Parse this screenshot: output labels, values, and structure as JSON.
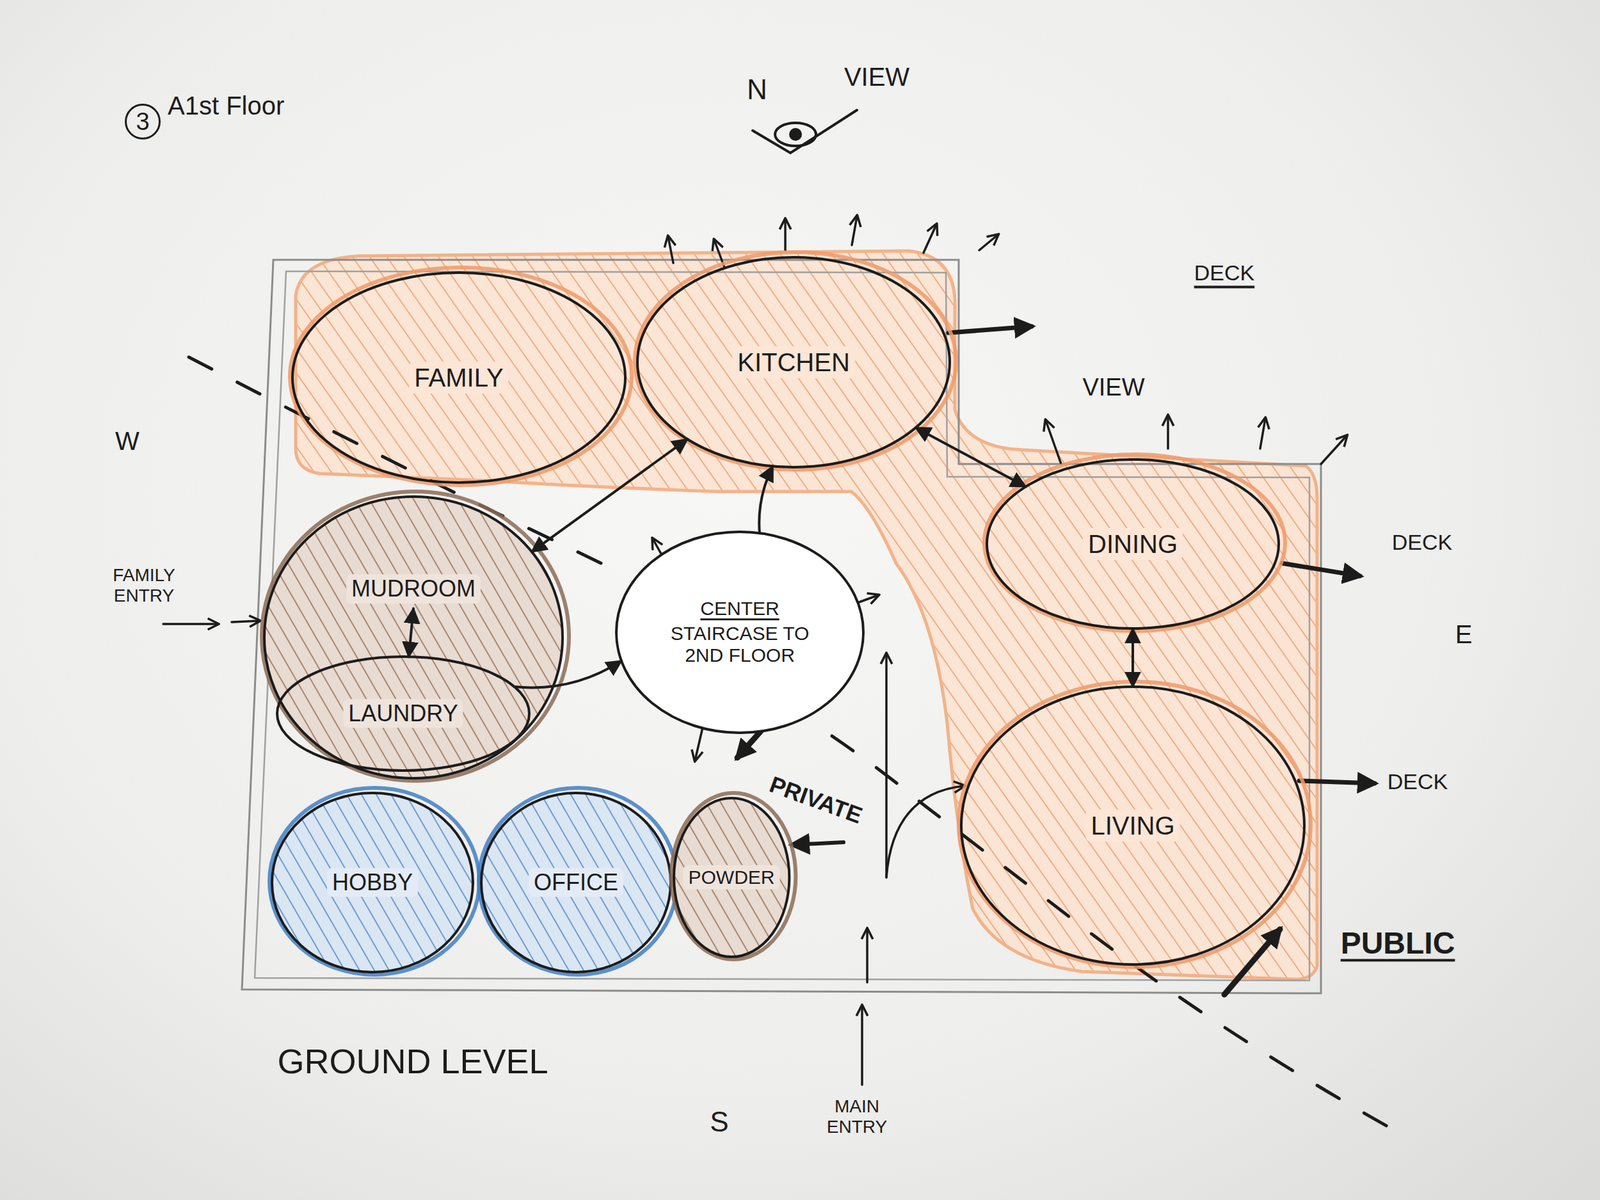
{
  "diagram": {
    "title": "A1st Floor",
    "nodes": [
      {
        "text": [
          "FAMILY"
        ]
      },
      {
        "text": [
          "KITCHEN"
        ]
      },
      {
        "text": [
          "MUDROOM"
        ]
      },
      {
        "text": [
          "LAUNDRY"
        ],
        "in": 2
      },
      {
        "text": [
          "CENTER",
          "STAIRCASE TO 2ND FLOOR"
        ]
      },
      {
        "text": [
          "DINING"
        ]
      },
      {
        "text": [
          "LIVING"
        ]
      },
      {
        "text": [
          "HOBBY"
        ]
      },
      {
        "text": [
          "OFFICE"
        ]
      },
      {
        "text": [
          "POWDER"
        ]
      }
    ],
    "edges": [
      {
        "from": 1,
        "to": 2,
        "arrow": "both"
      },
      {
        "from": 1,
        "to": 5,
        "arrow": "both"
      },
      {
        "from": 5,
        "to": 6,
        "arrow": "both"
      },
      {
        "from": 2,
        "to": 3,
        "arrow": "both"
      },
      {
        "from": 3,
        "to": 4,
        "arrow": "to"
      },
      {
        "from": 4,
        "to": 1,
        "arrow": "to"
      }
    ],
    "labels": [
      "3",
      "N",
      "VIEW",
      "DECK",
      "W",
      "VIEW",
      "FAMILY ENTRY",
      "DECK",
      "E",
      "DECK",
      "PRIVATE",
      "PUBLIC",
      "GROUND LEVEL",
      "S",
      "MAIN ENTRY"
    ]
  }
}
